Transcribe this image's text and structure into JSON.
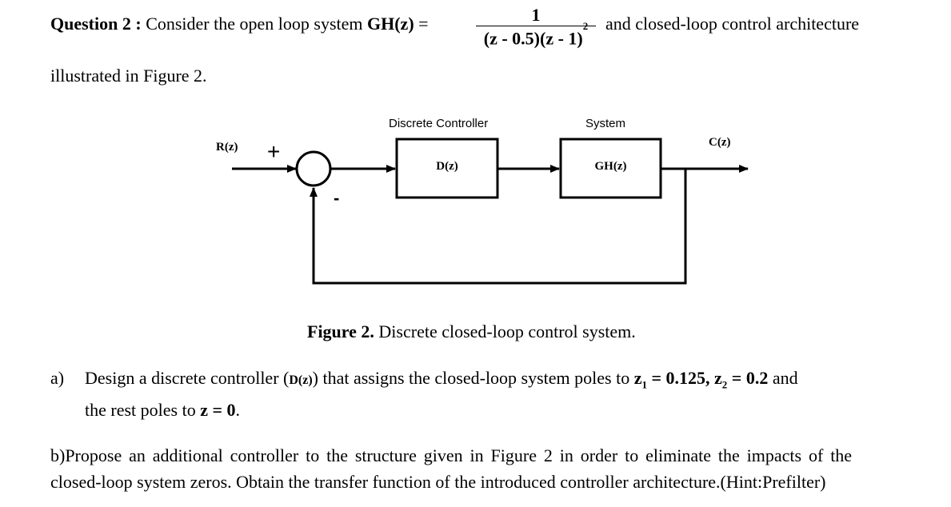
{
  "question": {
    "label": "Question 2 :",
    "intro": "Consider the open loop system",
    "tf_name": "GH",
    "tf_arg": "(z)",
    "equals": "=",
    "numerator": "1",
    "denominator": "(z - 0.5)(z - 1)",
    "den_exponent": "2",
    "tail": "and closed-loop control architecture",
    "line2": "illustrated in Figure 2."
  },
  "diagram": {
    "controller_title": "Discrete Controller",
    "controller_block": "D(z)",
    "system_title": "System",
    "system_block": "GH(z)",
    "input_label": "R(z)",
    "output_label": "C(z)",
    "plus_sign": "+",
    "minus_sign": "-"
  },
  "figure_caption": {
    "label": "Figure 2.",
    "text": "Discrete closed-loop control system."
  },
  "part_a": {
    "marker": "a)",
    "text_before": "Design a discrete controller (",
    "controller": "D(z)",
    "text_after": ") that assigns the closed-loop system poles to",
    "z1_symbol": "z",
    "z1_sub": "1",
    "z1_value": "= 0.125,",
    "z2_symbol": "z",
    "z2_sub": "2",
    "z2_value": "= 0.2",
    "and": "and",
    "line2_before": "the rest poles to",
    "line2_math": "z = 0",
    "line2_end": "."
  },
  "part_b": {
    "line1": "b)Propose an additional controller to the structure given in Figure 2 in order to eliminate the impacts of the",
    "line2": "closed-loop system zeros. Obtain the transfer function of the introduced controller architecture.(Hint:Prefilter)"
  }
}
